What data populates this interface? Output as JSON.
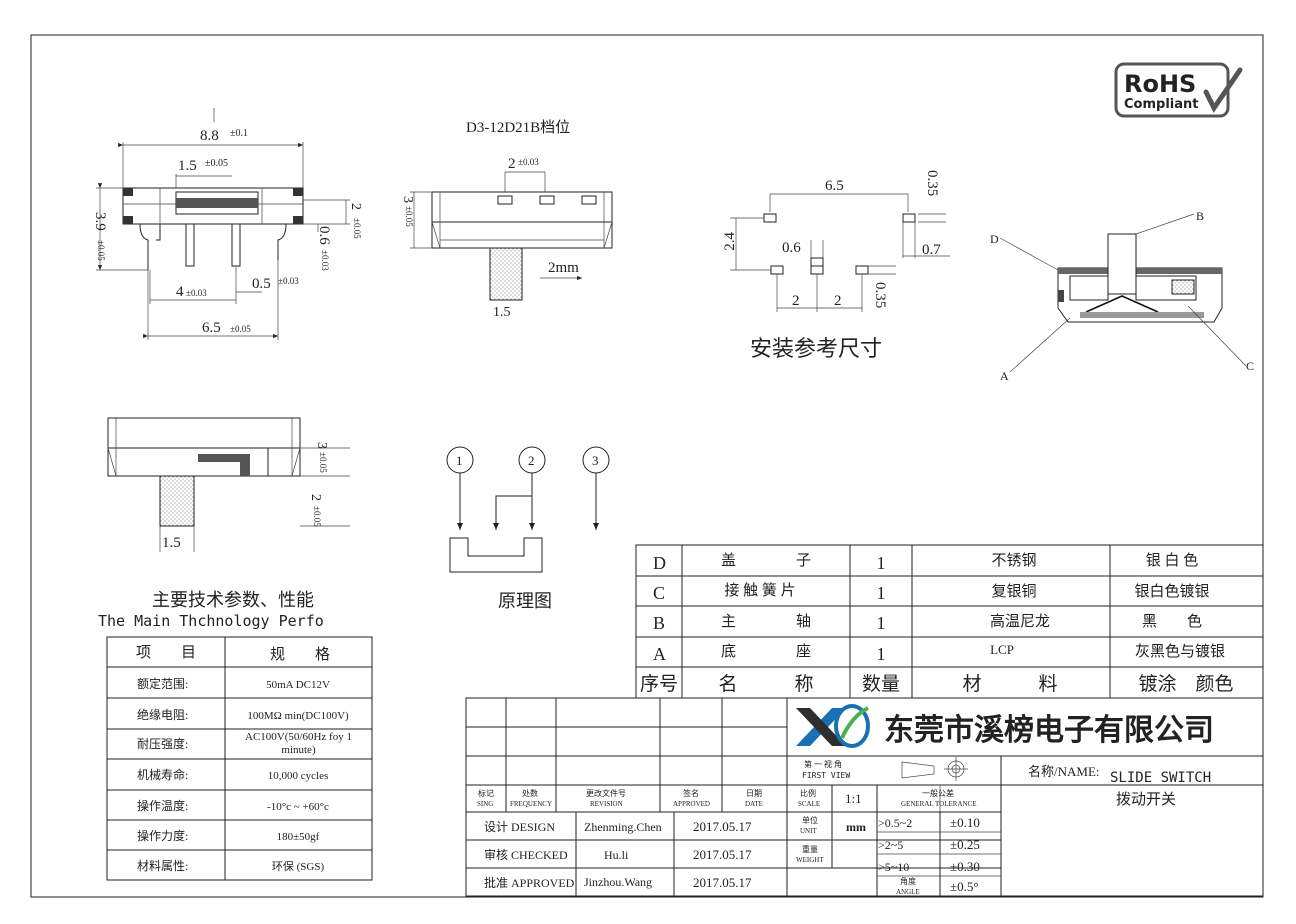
{
  "drawing": {
    "title_model": "D3-12D21B档位",
    "install_ref_title": "安装参考尺寸",
    "schematic_title": "原理图",
    "pins": [
      "1",
      "2",
      "3"
    ],
    "dims": {
      "width_88": "8.8",
      "tol_01": "±0.1",
      "w15": "1.5",
      "tol_005": "±0.05",
      "h39": "3.9",
      "h2": "2",
      "h06": "0.6",
      "tol_003": "±0.03",
      "d4": "4",
      "d05": "0.5",
      "d65": "6.5",
      "d2": "2",
      "d3": "3",
      "d15_side": "1.5",
      "move_2mm": "2mm",
      "pad_65": "6.5",
      "pad_035a": "0.35",
      "pad_24": "2.4",
      "pad_06": "0.6",
      "pad_07": "0.7",
      "pad_2a": "2",
      "pad_2b": "2",
      "pad_035b": "0.35",
      "d3_bottom": "3",
      "d2_bottom": "2",
      "d15_bottom": "1.5"
    },
    "callouts": [
      "A",
      "B",
      "C",
      "D"
    ]
  },
  "rohs": {
    "line1": "RoHS",
    "line2": "Compliant"
  },
  "specs": {
    "heading_cn": "主要技术参数、性能",
    "heading_en": "The Main Thchnology Perfo",
    "col_item": "项　　目",
    "col_spec": "规　　格",
    "rows": [
      {
        "item": "额定范围:",
        "spec": "50mA DC12V"
      },
      {
        "item": "绝缘电阻:",
        "spec": "100MΩ min(DC100V)"
      },
      {
        "item": "耐压强度:",
        "spec": "AC100V(50/60Hz foy 1 minute)"
      },
      {
        "item": "机械寿命:",
        "spec": "10,000 cycles"
      },
      {
        "item": "操作温度:",
        "spec": "-10°c ~ +60°c"
      },
      {
        "item": "操作力度:",
        "spec": "180±50gf"
      },
      {
        "item": "材料属性:",
        "spec": "环保 (SGS)"
      }
    ]
  },
  "bom": {
    "rows": [
      {
        "id": "D",
        "name": "盖　　　　子",
        "qty": "1",
        "material": "不锈钢",
        "finish": "银 白 色"
      },
      {
        "id": "C",
        "name": "接 触 簧 片",
        "qty": "1",
        "material": "复银铜",
        "finish": "银白色镀银"
      },
      {
        "id": "B",
        "name": "主　　　　轴",
        "qty": "1",
        "material": "高温尼龙",
        "finish": "黑　　色"
      },
      {
        "id": "A",
        "name": "底　　　　座",
        "qty": "1",
        "material": "LCP",
        "finish": "灰黑色与镀银"
      }
    ],
    "header": {
      "id": "序号",
      "name": "名　　　称",
      "qty": "数量",
      "material": "材　　　料",
      "finish": "镀涂　颜色"
    }
  },
  "title_block": {
    "company": "东莞市溪榜电子有限公司",
    "name_label": "名称/NAME:",
    "name_en": "SLIDE SWITCH",
    "name_cn": "拨动开关",
    "hdr": {
      "mark_cn": "标记",
      "mark_en": "SING",
      "freq_cn": "处数",
      "freq_en": "FREQUENCY",
      "rev_cn": "更改文件号",
      "rev_en": "REVISION",
      "sign_cn": "签名",
      "sign_en": "APPROVED",
      "date_cn": "日期",
      "date_en": "DATE",
      "scale_cn": "比例",
      "scale_en": "SCALE",
      "tol_cn": "一般公差",
      "tol_en": "GENERAL TOLERANCE",
      "view_cn": "第 一 视 角",
      "view_en": "FIRST VIEW"
    },
    "scale": "1:1",
    "unit_cn": "单位",
    "unit_en": "UNIT",
    "unit_val": "mm",
    "weight_cn": "重量",
    "weight_en": "WEIGHT",
    "angle_cn": "角度",
    "angle_en": "ANGLE",
    "people": [
      {
        "role": "设计 DESIGN",
        "name": "Zhenming.Chen",
        "date": "2017.05.17"
      },
      {
        "role": "审核 CHECKED",
        "name": "Hu.li",
        "date": "2017.05.17"
      },
      {
        "role": "批准 APPROVED",
        "name": "Jinzhou.Wang",
        "date": "2017.05.17"
      }
    ],
    "tolerances": [
      {
        "range": ">0.5~2",
        "tol": "±0.10"
      },
      {
        "range": ">2~5",
        "tol": "±0.25"
      },
      {
        "range": ">5~10",
        "tol": "±0.30"
      },
      {
        "range": "",
        "tol": "±0.5°"
      }
    ]
  }
}
